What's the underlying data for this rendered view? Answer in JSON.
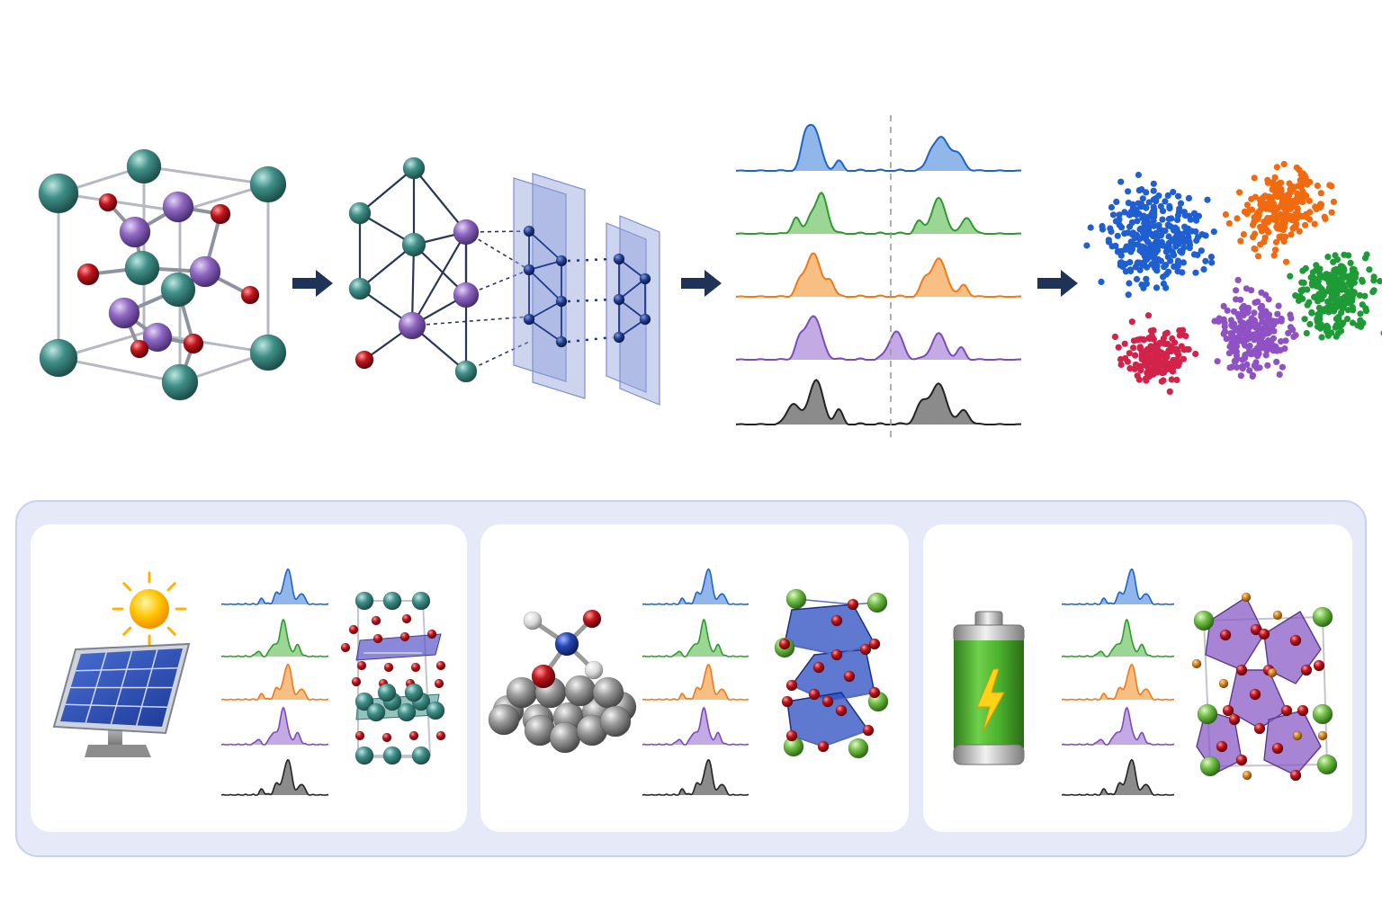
{
  "colors": {
    "arrow": "#1f3358",
    "panel_bg": "#e6eaf8",
    "panel_border": "#c9d1ee",
    "card_bg": "#ffffff",
    "atom_teal": "#3f8f88",
    "atom_purple": "#8f67c2",
    "atom_red": "#c0161d",
    "atom_green": "#72c046",
    "atom_grey": "#9a9a9a",
    "atom_orange": "#d98a1f",
    "node_blue": "#1e3a8a",
    "edge_dark": "#2b3558",
    "layer_fill": "#8f9fd9"
  },
  "spectra_series": [
    {
      "color": "#1e64c8",
      "fill": "#7ea9e6"
    },
    {
      "color": "#2f9a2f",
      "fill": "#8bcf82"
    },
    {
      "color": "#f07a16",
      "fill": "#f7b46e"
    },
    {
      "color": "#7a4cb8",
      "fill": "#b89be0"
    },
    {
      "color": "#222222",
      "fill": "#777777"
    }
  ],
  "clusters": [
    {
      "color": "#1f5fd0",
      "count": 300
    },
    {
      "color": "#f26a0f",
      "count": 220
    },
    {
      "color": "#1e9a36",
      "count": 220
    },
    {
      "color": "#8e52c4",
      "count": 220
    },
    {
      "color": "#d2234a",
      "count": 170
    }
  ],
  "icons": {
    "stage1": "crystal-structure-icon",
    "stage2": "graph-neural-network-icon",
    "stage3": "spectra-stack-icon",
    "stage4": "cluster-embedding-icon",
    "app1": "solar-panel-icon",
    "app2": "catalysis-adsorbate-icon",
    "app3": "battery-icon"
  }
}
